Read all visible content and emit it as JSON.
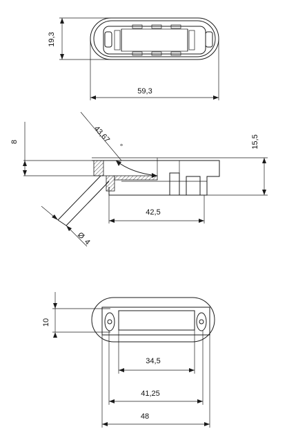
{
  "drawing": {
    "top_view": {
      "height_dim": "19,3",
      "width_dim": "59,3",
      "led_color": "#f4f0a0"
    },
    "side_view": {
      "left_height_dim": "8",
      "right_height_dim": "15,5",
      "angle_dim": "43,67",
      "angle_unit": "°",
      "depth_dim": "42,5",
      "cable_dim": "4",
      "cable_prefix": "Ø"
    },
    "bottom_view": {
      "height_dim": "10",
      "window_dim": "34,5",
      "holes_dim": "41,25",
      "width_dim": "48"
    }
  }
}
